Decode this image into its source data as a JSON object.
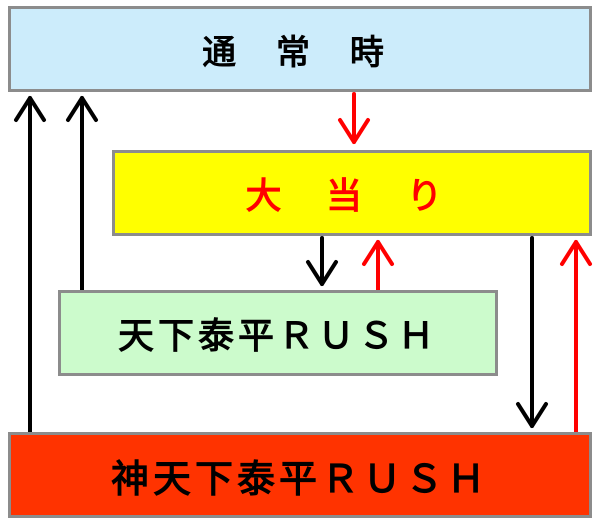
{
  "nodes": {
    "normal": {
      "label": "通 常 時",
      "fill": "#ccecfb",
      "text_color": "#000000"
    },
    "jackpot": {
      "label": "大 当 り",
      "fill": "#ffff00",
      "text_color": "#ff0000"
    },
    "rush": {
      "label": "天下泰平ＲＵＳＨ",
      "fill": "#ccfbcc",
      "text_color": "#000000"
    },
    "god_rush": {
      "label": "神天下泰平ＲＵＳＨ",
      "fill": "#ff3300",
      "text_color": "#000000"
    }
  },
  "edges": [
    {
      "from": "normal",
      "to": "jackpot",
      "color": "#ff0000"
    },
    {
      "from": "jackpot",
      "to": "rush",
      "color": "#000000"
    },
    {
      "from": "rush",
      "to": "jackpot",
      "color": "#ff0000"
    },
    {
      "from": "rush",
      "to": "normal",
      "color": "#000000"
    },
    {
      "from": "god_rush",
      "to": "normal",
      "color": "#000000"
    },
    {
      "from": "jackpot",
      "to": "god_rush",
      "color": "#000000"
    },
    {
      "from": "god_rush",
      "to": "jackpot",
      "color": "#ff0000"
    }
  ]
}
